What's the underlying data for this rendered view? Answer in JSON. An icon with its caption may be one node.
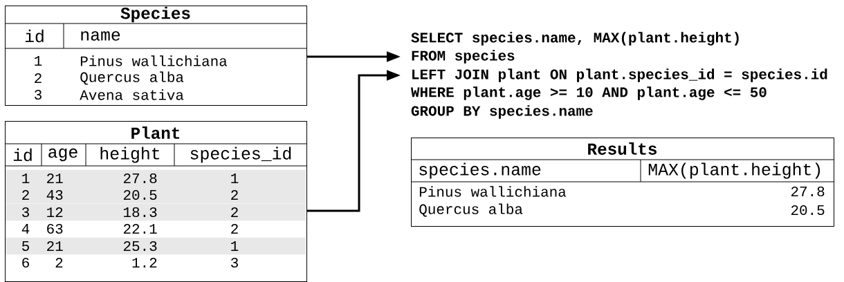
{
  "diagram": {
    "nodes": [
      {
        "text": [
          "Species",
          "id",
          "name",
          "1",
          "Pinus wallichiana",
          "2",
          "Quercus alba",
          "3",
          "Avena sativa"
        ]
      },
      {
        "text": [
          "Plant",
          "id",
          "age",
          "height",
          "species_id",
          "1",
          "21",
          "27.8",
          "1",
          "2",
          "43",
          "20.5",
          "2",
          "3",
          "12",
          "18.3",
          "2",
          "4",
          "63",
          "22.1",
          "2",
          "5",
          "21",
          "25.3",
          "1",
          "6",
          "2",
          "1.2",
          "3"
        ]
      },
      {
        "text": [
          "SELECT species.name, MAX(plant.height)"
        ]
      },
      {
        "text": [
          "FROM species"
        ]
      },
      {
        "text": [
          "LEFT JOIN plant ON plant.species_id = species.id"
        ]
      },
      {
        "text": [
          "WHERE plant.age >= 10 AND plant.age <= 50"
        ]
      },
      {
        "text": [
          "GROUP BY species.name"
        ]
      },
      {
        "text": [
          "Results",
          "species.name",
          "MAX(plant.height)",
          "Pinus wallichiana",
          "27.8",
          "Quercus alba",
          "20.5"
        ]
      }
    ],
    "edges": [
      {
        "from": 0,
        "to": 3,
        "arrow": "to"
      },
      {
        "from": 1,
        "to": 4,
        "arrow": "to"
      }
    ]
  }
}
